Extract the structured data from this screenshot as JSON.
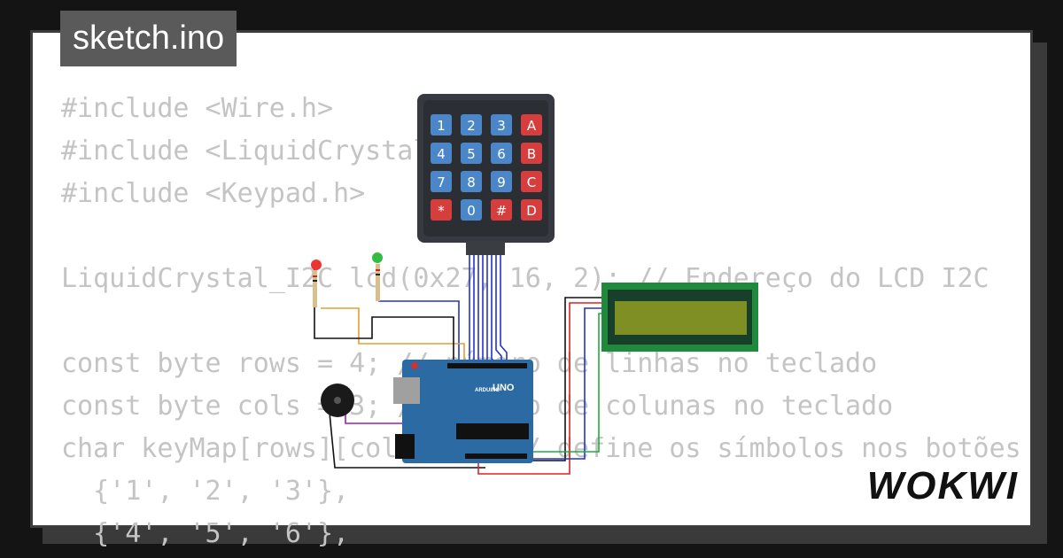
{
  "project": {
    "filename": "sketch.ino"
  },
  "brand": {
    "logo_text": "WOKWI"
  },
  "code_lines": [
    "#include <Wire.h>",
    "#include <LiquidCrystal_I2C.h>",
    "#include <Keypad.h>",
    "",
    "LiquidCrystal_I2C lcd(0x27, 16, 2); // Endereço do LCD I2C",
    "",
    "const byte rows = 4; // número de linhas no teclado",
    "const byte cols = 3; // número de colunas no teclado",
    "char keyMap[rows][cols] = { // define os símbolos nos botões",
    "  {'1', '2', '3'},",
    "  {'4', '5', '6'},"
  ],
  "keypad": {
    "keys": [
      "1",
      "2",
      "3",
      "A",
      "4",
      "5",
      "6",
      "B",
      "7",
      "8",
      "9",
      "C",
      "*",
      "0",
      "#",
      "D"
    ]
  },
  "arduino": {
    "model_label": "UNO",
    "brand_label": "ARDUINO"
  },
  "colors": {
    "background": "#141414",
    "card": "#ffffff",
    "code_text": "#c4c4c4",
    "key_blue": "#4a86c8",
    "key_red": "#d63d3d",
    "board_blue": "#2b6aa3",
    "lcd_green": "#1f8a3c",
    "lcd_screen": "#7f8f23"
  }
}
